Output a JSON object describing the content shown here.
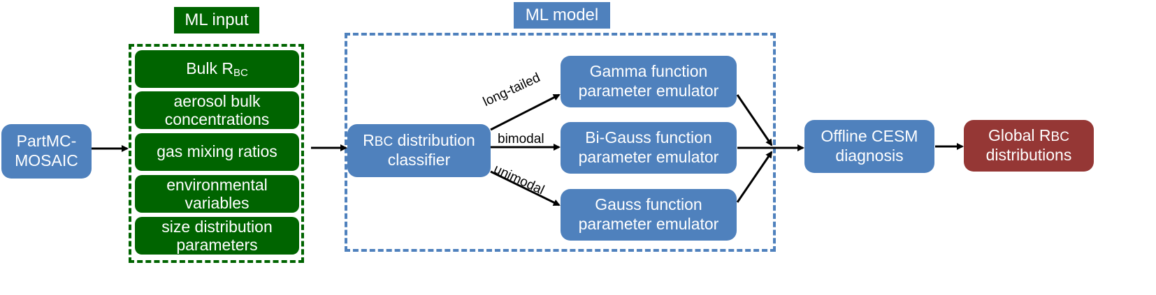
{
  "groups": {
    "ml_input_title": "ML input",
    "ml_model_title": "ML model"
  },
  "nodes": {
    "partmc": "PartMC-\nMOSAIC",
    "inputs": {
      "bulk_r": "Bulk R",
      "bulk_r_sub": "BC",
      "aerosol": "aerosol bulk\nconcentrations",
      "gas": "gas mixing ratios",
      "env": "environmental\nvariables",
      "size": "size distribution\nparameters"
    },
    "classifier_r": "R",
    "classifier_sub": "BC",
    "classifier_rest": " distribution\nclassifier",
    "gamma": "Gamma function\nparameter emulator",
    "bigauss": "Bi-Gauss function\nparameter emulator",
    "gauss": "Gauss function\nparameter emulator",
    "cesm": "Offline CESM\ndiagnosis",
    "global_pre": "Global R",
    "global_sub": "BC",
    "global_post": "\ndistributions"
  },
  "edges": {
    "long_tailed": "long-tailed",
    "bimodal": "bimodal",
    "unimodal": "unimodal"
  },
  "colors": {
    "blue": "#4f81bd",
    "green": "#006400",
    "red": "#953735"
  }
}
